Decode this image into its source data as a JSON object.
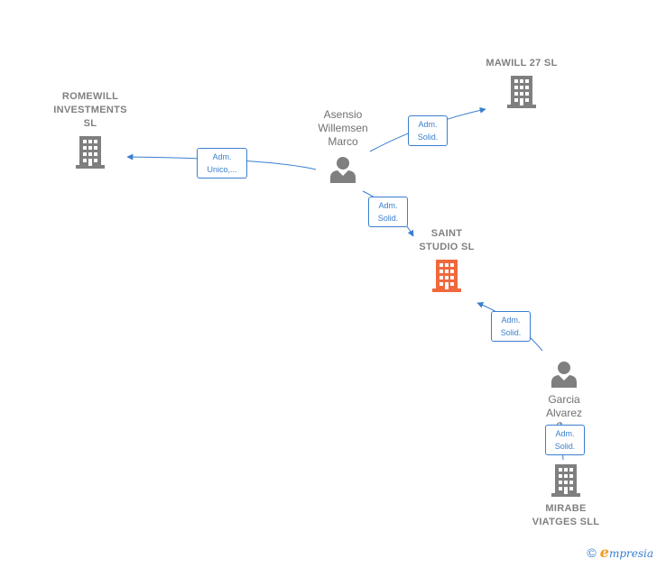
{
  "nodes": {
    "romewill": {
      "label": "ROMEWILL\nINVESTMENTS\nSL",
      "type": "company",
      "color": "#7f7f7f"
    },
    "mawill": {
      "label": "MAWILL 27  SL",
      "type": "company",
      "color": "#7f7f7f"
    },
    "asensio": {
      "label": "Asensio\nWillemsen\nMarco",
      "type": "person",
      "color": "#7f7f7f"
    },
    "saint": {
      "label": "SAINT\nSTUDIO  SL",
      "type": "company",
      "color": "#f0683c",
      "highlighted": true
    },
    "garcia": {
      "label": "Garcia\nAlvarez\nS...",
      "type": "person",
      "color": "#7f7f7f"
    },
    "mirabe": {
      "label": "MIRABE\nVIATGES SLL",
      "type": "company",
      "color": "#7f7f7f"
    }
  },
  "edges": [
    {
      "from": "asensio",
      "to": "romewill",
      "label_line1": "Adm.",
      "label_line2": "Unico,..."
    },
    {
      "from": "asensio",
      "to": "mawill",
      "label_line1": "Adm.",
      "label_line2": "Solid."
    },
    {
      "from": "asensio",
      "to": "saint",
      "label_line1": "Adm.",
      "label_line2": "Solid."
    },
    {
      "from": "garcia",
      "to": "saint",
      "label_line1": "Adm.",
      "label_line2": "Solid."
    },
    {
      "from": "garcia",
      "to": "mirabe",
      "label_line1": "Adm.",
      "label_line2": "Solid."
    }
  ],
  "colors": {
    "edge": "#3a7fd0",
    "company_icon": "#7f7f7f",
    "highlight_icon": "#f0683c",
    "person_icon": "#7f7f7f"
  },
  "footer": {
    "copyright_symbol": "©",
    "brand_initial": "e",
    "brand_rest": "mpresia"
  }
}
